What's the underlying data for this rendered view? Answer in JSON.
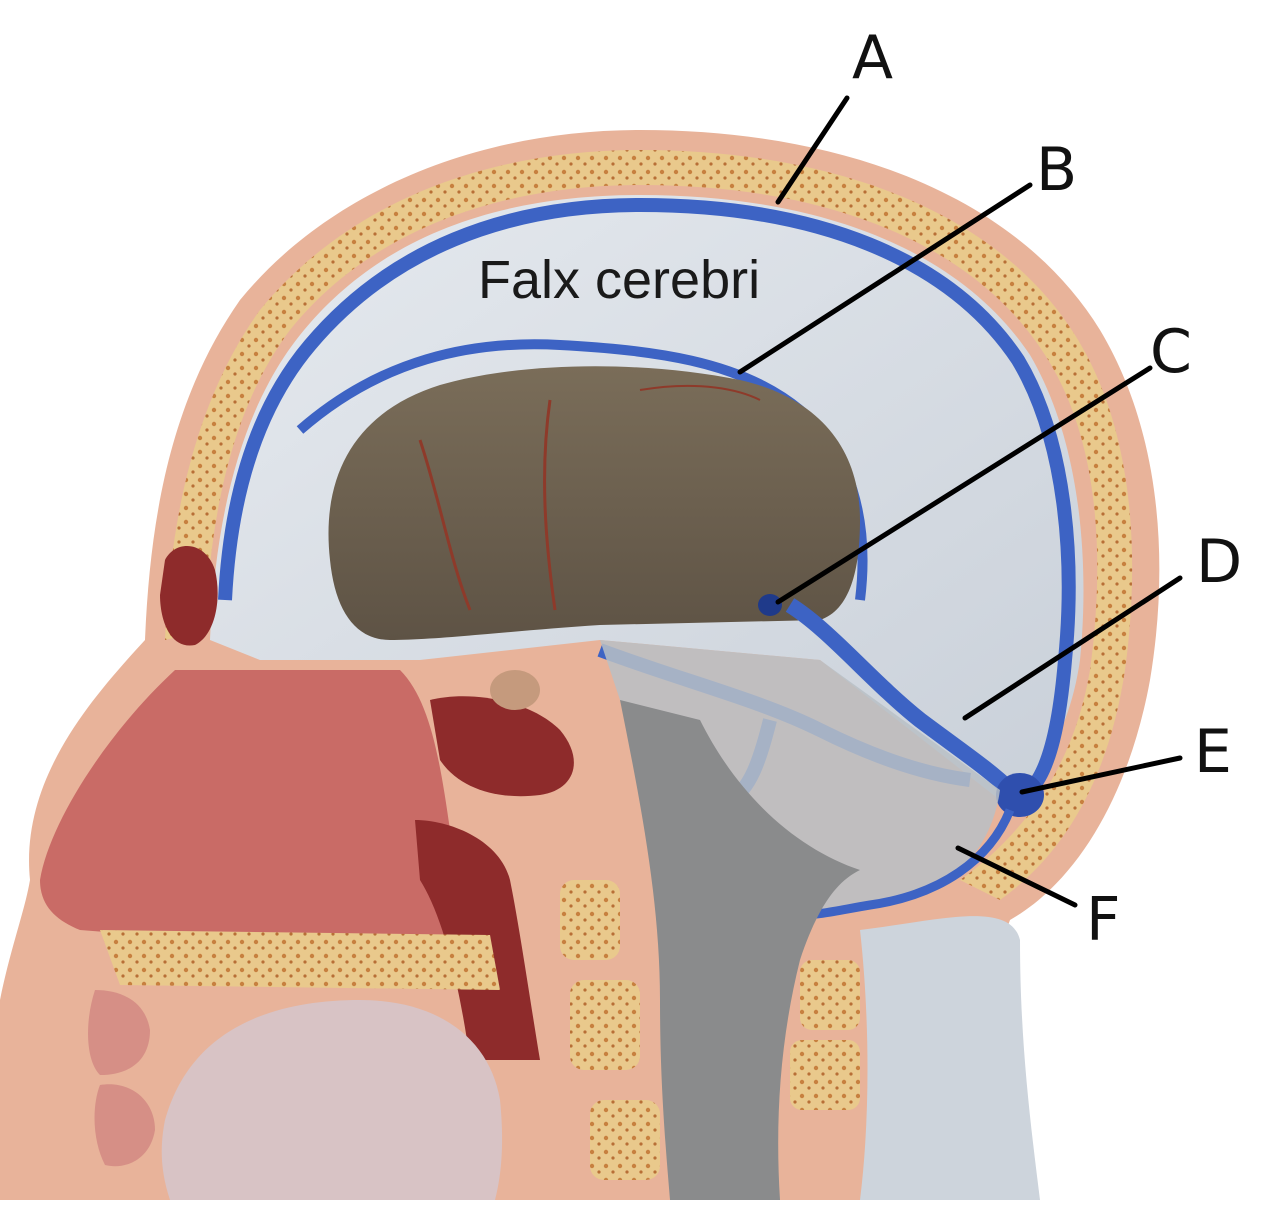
{
  "diagram": {
    "title": "Falx cerebri",
    "labels": [
      {
        "id": "A",
        "text": "A"
      },
      {
        "id": "B",
        "text": "B"
      },
      {
        "id": "C",
        "text": "C"
      },
      {
        "id": "D",
        "text": "D"
      },
      {
        "id": "E",
        "text": "E"
      },
      {
        "id": "F",
        "text": "F"
      }
    ]
  },
  "colors": {
    "skin": "#e8b39a",
    "bone": "#e9c98c",
    "marrow": "#c7803f",
    "dura": "#d8dde4",
    "sinus": "#3d63c4",
    "cavity": "#6b5f4e",
    "mucosa": "#c96b66",
    "dark_red": "#8e2b2b",
    "white": "#ffffff"
  }
}
